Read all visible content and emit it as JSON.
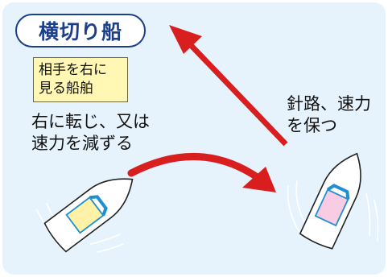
{
  "title": "横切り船",
  "note": {
    "line1": "相手を右に",
    "line2": "見る船舶"
  },
  "left_caption": {
    "line1": "右に転じ、又は",
    "line2": "速力を減ずる"
  },
  "right_caption": {
    "line1": "針路、速力",
    "line2": "を保つ"
  },
  "colors": {
    "background": "#e6f3fc",
    "arrow": "#d81e1e",
    "left_cabin": "#fff2a8",
    "right_cabin": "#f8cde4",
    "cabin_outline": "#1f8fd2",
    "title_border": "#1c3f8a"
  }
}
